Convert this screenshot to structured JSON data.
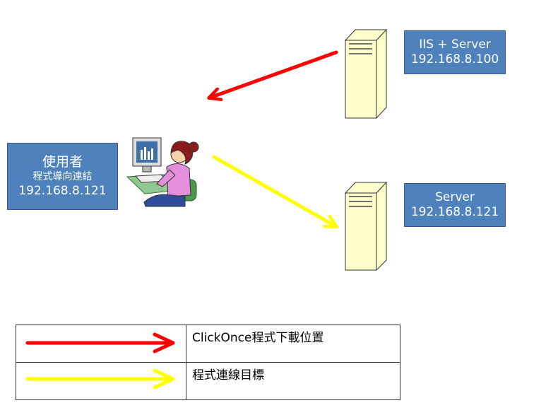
{
  "servers": {
    "iis": {
      "line1": "IIS + Server",
      "line2": "192.168.8.100"
    },
    "server": {
      "line1": "Server",
      "line2": "192.168.8.121"
    }
  },
  "user": {
    "line1": "使用者",
    "line2": "程式導向連結",
    "line3": "192.168.8.121"
  },
  "legend": [
    {
      "arrow_color": "#ff0000",
      "label": "ClickOnce程式下載位置"
    },
    {
      "arrow_color": "#ffff00",
      "label": "程式連線目標"
    }
  ],
  "colors": {
    "box_fill": "#4f81bd",
    "box_border": "#385d8a",
    "server_fill": "#ffffcc",
    "red_arrow": "#ff0000",
    "yellow_arrow": "#ffff00"
  },
  "icons": [
    "server-tower-icon",
    "user-at-computer-icon"
  ]
}
